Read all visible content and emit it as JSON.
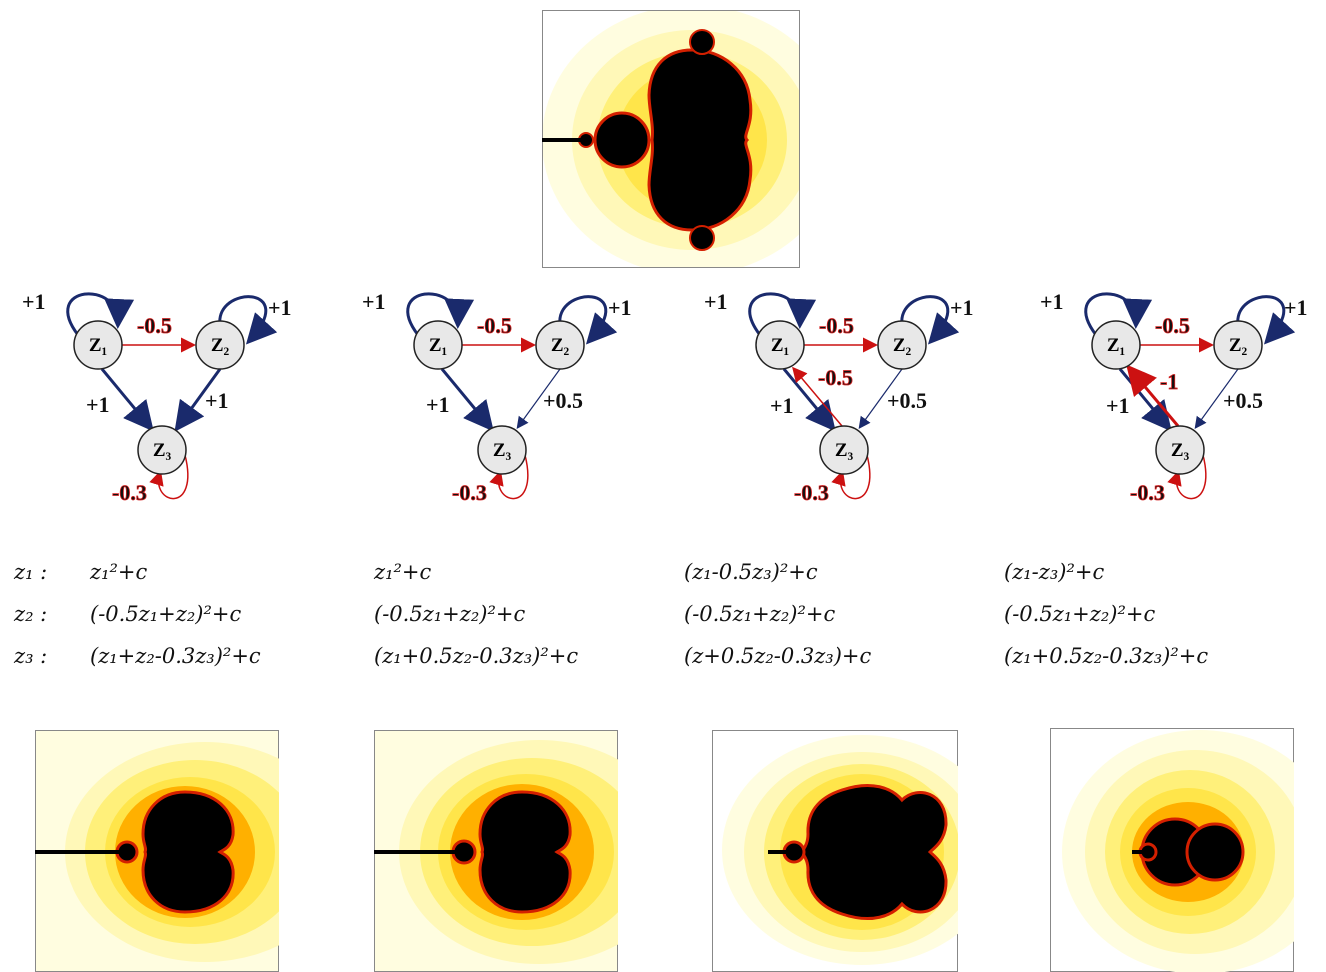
{
  "colors": {
    "pos_edge": "#1a2a6c",
    "neg_edge": "#cc1111",
    "neg_label_glow": "#d62020",
    "node_fill": "#e8e8e8",
    "set": "#000000"
  },
  "var_labels": [
    "z₁ :",
    "z₂ :",
    "z₃ :"
  ],
  "networks": [
    {
      "node_labels": [
        "Z₁",
        "Z₂",
        "Z₃"
      ],
      "w_self1": "+1",
      "w_self2": "+1",
      "w_12": "-0.5",
      "w_13": "+1",
      "w_23": "+1",
      "w_self3": "-0.3",
      "eq1": "z₁²+c",
      "eq2": "(-0.5z₁+z₂)²+c",
      "eq3": "(z₁+z₂-0.3z₃)²+c"
    },
    {
      "node_labels": [
        "Z₁",
        "Z₂",
        "Z₃"
      ],
      "w_self1": "+1",
      "w_self2": "+1",
      "w_12": "-0.5",
      "w_13": "+1",
      "w_23": "+0.5",
      "w_self3": "-0.3",
      "eq1": "z₁²+c",
      "eq2": "(-0.5z₁+z₂)²+c",
      "eq3": "(z₁+0.5z₂-0.3z₃)²+c"
    },
    {
      "node_labels": [
        "Z₁",
        "Z₂",
        "Z₃"
      ],
      "w_self1": "+1",
      "w_self2": "+1",
      "w_12": "-0.5",
      "w_13": "+1",
      "w_23": "+0.5",
      "w_31": "-0.5",
      "w_self3": "-0.3",
      "eq1": "(z₁-0.5z₃)²+c",
      "eq2": "(-0.5z₁+z₂)²+c",
      "eq3": "(z+0.5z₂-0.3z₃)+c"
    },
    {
      "node_labels": [
        "Z₁",
        "Z₂",
        "Z₃"
      ],
      "w_self1": "+1",
      "w_self2": "+1",
      "w_12": "-0.5",
      "w_13": "+1",
      "w_23": "+0.5",
      "w_31": "-1",
      "w_self3": "-0.3",
      "eq1": "(z₁-z₃)²+c",
      "eq2": "(-0.5z₁+z₂)²+c",
      "eq3": "(z₁+0.5z₂-0.3z₃)²+c"
    }
  ]
}
